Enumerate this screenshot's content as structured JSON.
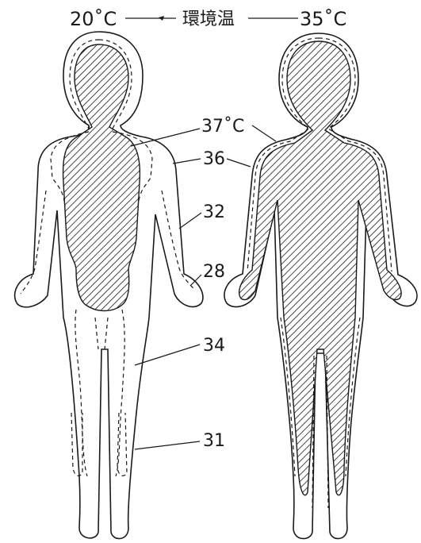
{
  "header": {
    "left_temp": "20˚C",
    "center_label": "環境温",
    "right_temp": "35˚C"
  },
  "isotherm_labels": {
    "t37": "37˚C",
    "t36": "36",
    "t32": "32",
    "t28": "28",
    "t34": "34",
    "t31": "31"
  },
  "colors": {
    "outline": "#1a1a1a",
    "core_hatch": "#1a1a1a",
    "background": "#ffffff"
  }
}
